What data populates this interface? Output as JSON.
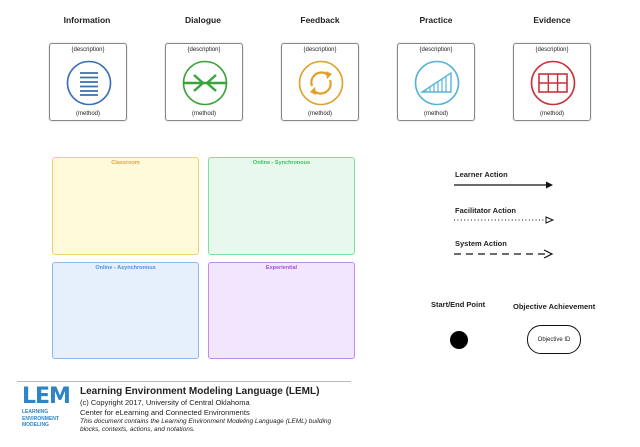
{
  "building_blocks": [
    {
      "id": "information",
      "title": "Information",
      "description": "{description}",
      "method": "(method)",
      "color": "#3a6fb5",
      "icon": "list-lines-icon"
    },
    {
      "id": "dialogue",
      "title": "Dialogue",
      "description": "{description}",
      "method": "(method)",
      "color": "#3aa43a",
      "icon": "converging-arrows-icon"
    },
    {
      "id": "feedback",
      "title": "Feedback",
      "description": "{description}",
      "method": "(method)",
      "color": "#e0a12a",
      "icon": "cycle-arrows-icon"
    },
    {
      "id": "practice",
      "title": "Practice",
      "description": "{description}",
      "method": "(method)",
      "color": "#56b3d6",
      "icon": "rising-bars-icon"
    },
    {
      "id": "evidence",
      "title": "Evidence",
      "description": "{description}",
      "method": "(method)",
      "color": "#c8323a",
      "icon": "grid-icon"
    }
  ],
  "contexts": [
    {
      "id": "classroom",
      "label": "Classroom",
      "fill": "#fffad9",
      "border": "#f0d070",
      "text": "#e6a040"
    },
    {
      "id": "online-sync",
      "label": "Online - Synchronous",
      "fill": "#e6f9ec",
      "border": "#7ee09a",
      "text": "#3cc060"
    },
    {
      "id": "online-async",
      "label": "Online - Asynchronous",
      "fill": "#e6f0fd",
      "border": "#8cb8ee",
      "text": "#4d90e0"
    },
    {
      "id": "experiential",
      "label": "Experiential",
      "fill": "#f1e6fd",
      "border": "#c08ae8",
      "text": "#a050d8"
    }
  ],
  "actions": [
    {
      "id": "learner",
      "label": "Learner Action"
    },
    {
      "id": "facilitator",
      "label": "Facilitator Action"
    },
    {
      "id": "system",
      "label": "System Action"
    }
  ],
  "start_end": {
    "label": "Start/End Point"
  },
  "objective": {
    "label": "Objective Achievement",
    "node_text": "Objective ID"
  },
  "footer": {
    "logo_mark": "LEM",
    "logo_lines": [
      "LEARNING",
      "ENVIRONMENT",
      "MODELING"
    ],
    "title": "Learning Environment Modeling Language (LEML)",
    "copyright": "(c) Copyright 2017, University of Central Oklahoma",
    "center": "Center for eLearning and Connected Environments",
    "description": "This document contains the Learning Environment Modeling Language (LEML) building blocks, contexts, actions, and notations."
  }
}
